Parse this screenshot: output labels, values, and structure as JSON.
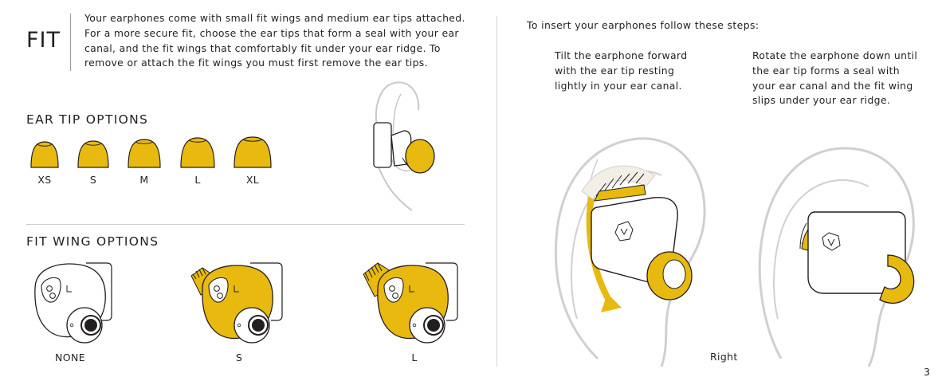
{
  "header": {
    "title": "FIT",
    "intro_lines": [
      "Your earphones come with small fit wings and medium ear tips attached.",
      "For a more secure fit, choose the ear tips that form a seal with your ear",
      "canal, and the fit wings that comfortably fit under your ear ridge. To",
      "remove or attach the fit wings you must first remove the ear tips."
    ]
  },
  "ear_tips": {
    "heading": "EAR TIP OPTIONS",
    "sizes": [
      "XS",
      "S",
      "M",
      "L",
      "XL"
    ]
  },
  "fit_wings": {
    "heading": "FIT WING OPTIONS",
    "options": [
      "NONE",
      "S",
      "L"
    ]
  },
  "insertion": {
    "lead": "To insert your earphones follow these steps:",
    "step1_lines": [
      "Tilt the earphone forward",
      "with the ear tip resting",
      "lightly in your ear canal."
    ],
    "step2_lines": [
      "Rotate the earphone down until",
      "the ear tip forms a seal with",
      "your ear canal and the fit wing",
      "slips under your ear ridge."
    ],
    "side_label": "Right"
  },
  "page_number": "3",
  "colors": {
    "accent_yellow": "#e8b90f",
    "text": "#231f20",
    "ear_outline": "#c8c8c8",
    "rule": "#d4d4d4"
  }
}
